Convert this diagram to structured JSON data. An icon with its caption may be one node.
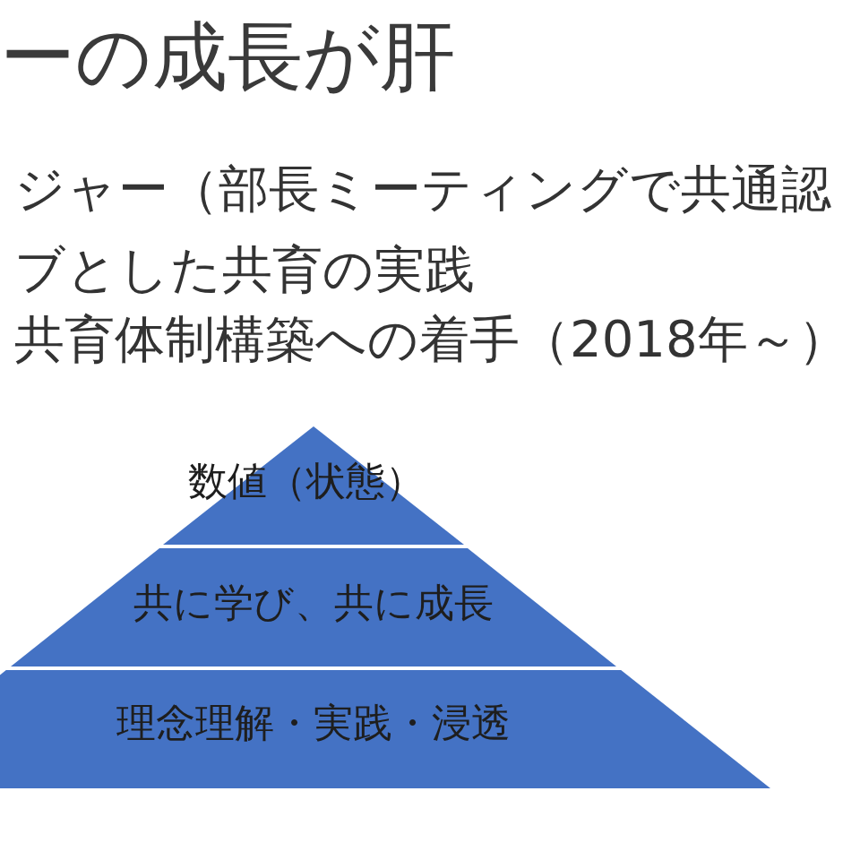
{
  "diagram": {
    "title": "ーの成長が肝",
    "nodes": [
      {
        "text": [
          "数値（状態）"
        ]
      },
      {
        "text": [
          "共に学び、共に成長"
        ]
      },
      {
        "text": [
          "理念理解・実践・浸透"
        ]
      }
    ],
    "labels": [
      "ジャー（部長ミーティングで共通認",
      "ブとした共育の実践",
      "共育体制構築への着手（2018年～）"
    ]
  }
}
